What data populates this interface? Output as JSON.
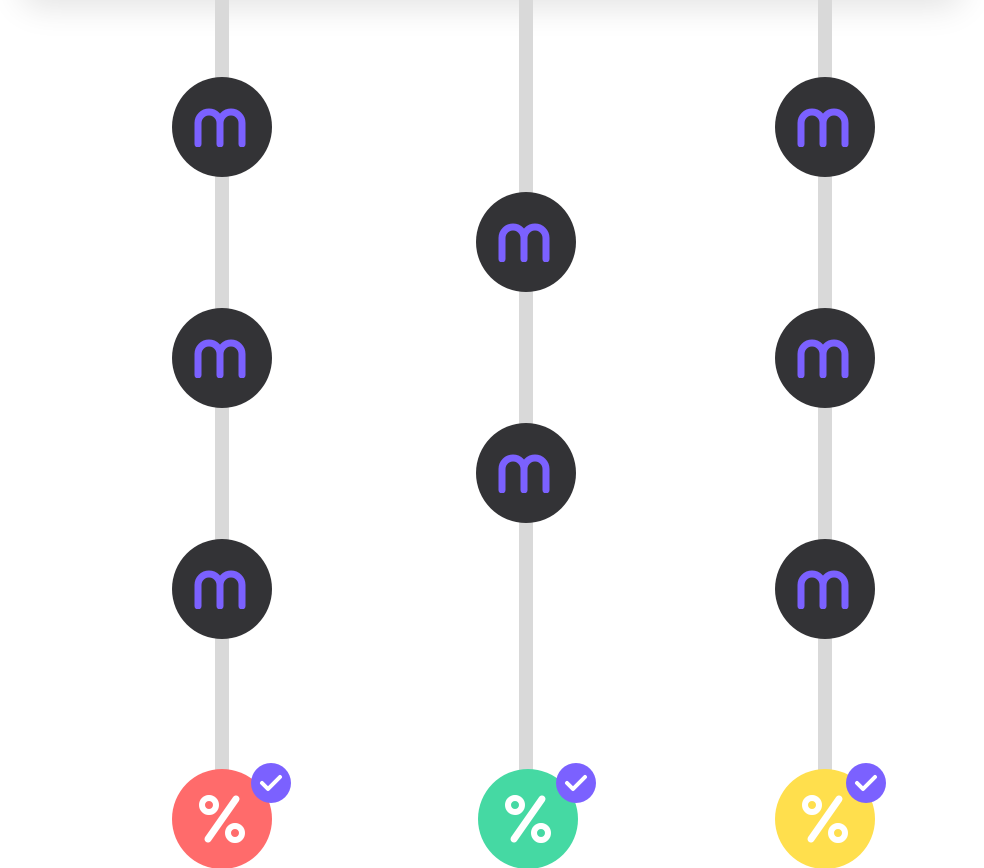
{
  "flow": {
    "node_icon": "m-logo-icon",
    "endpoint_icon": "percent-icon",
    "badge_icon": "check-badge-icon",
    "colors": {
      "background": "#ffffff",
      "track": "#d9d9d9",
      "node_fill": "#333336",
      "logo_accent": "#7b61ff",
      "badge_fill": "#7b61ff",
      "endpoint_red": "#ff6b6b",
      "endpoint_green": "#45d9a3",
      "endpoint_yellow": "#ffdf4d"
    },
    "columns": [
      {
        "node_count": 3,
        "endpoint_color": "#ff6b6b",
        "verified": true
      },
      {
        "node_count": 2,
        "endpoint_color": "#45d9a3",
        "verified": true
      },
      {
        "node_count": 3,
        "endpoint_color": "#ffdf4d",
        "verified": true
      }
    ]
  }
}
